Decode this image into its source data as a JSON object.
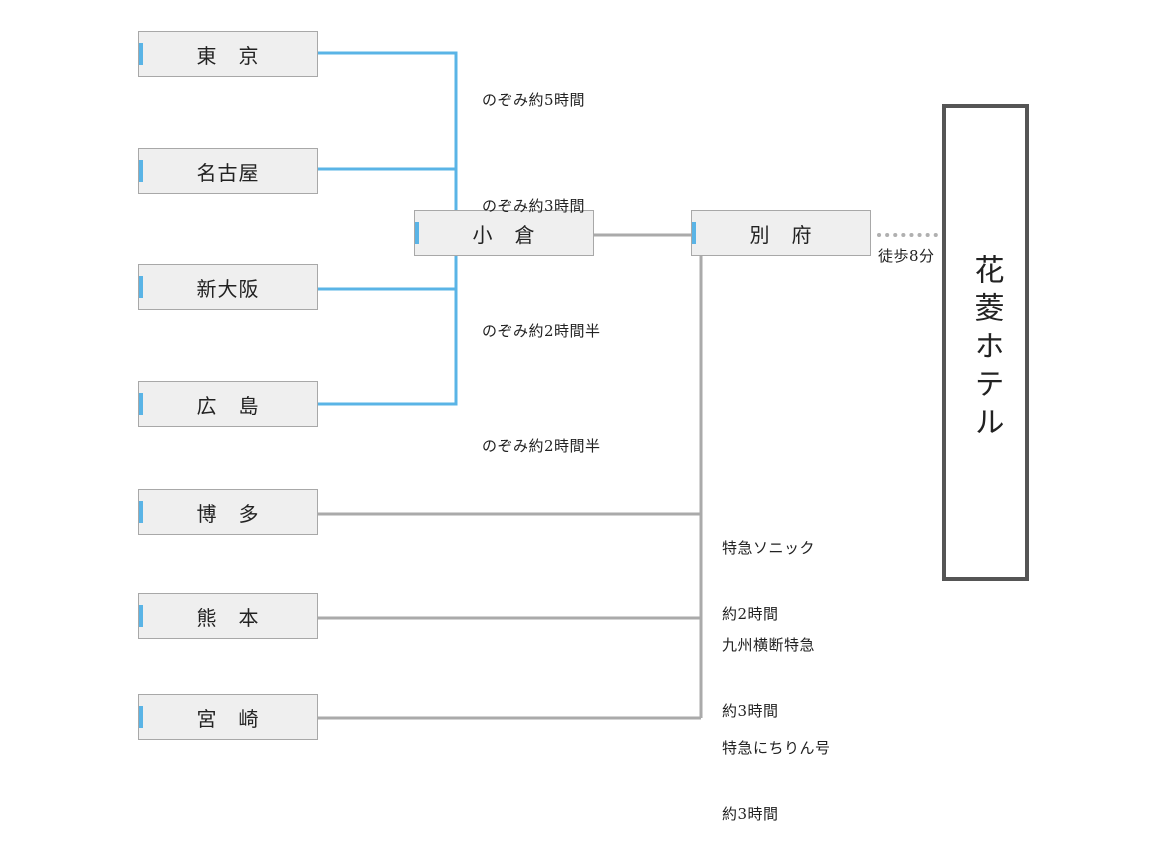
{
  "colors": {
    "shinkansen_line": "#5ab4e6",
    "limited_express_line": "#aaaaaa",
    "walk_line": "#b0b0b0",
    "box_bg": "#efefef",
    "hotel_border": "#555555"
  },
  "stations": {
    "tokyo": "東　京",
    "nagoya": "名古屋",
    "shin_osaka": "新大阪",
    "hiroshima": "広　島",
    "hakata": "博　多",
    "kumamoto": "熊　本",
    "miyazaki": "宮　崎",
    "kokura": "小　倉",
    "beppu": "別　府"
  },
  "routes": {
    "tokyo": [
      "のぞみ約5時間"
    ],
    "nagoya": [
      "のぞみ約3時間"
    ],
    "shin_osaka": [
      "のぞみ約2時間半"
    ],
    "hiroshima": [
      "のぞみ約2時間半"
    ],
    "hakata": [
      "特急ソニック",
      "約2時間"
    ],
    "kumamoto": [
      "九州横断特急",
      "約3時間"
    ],
    "miyazaki": [
      "特急にちりん号",
      "約3時間"
    ]
  },
  "walk": "徒歩8分",
  "hotel": "花菱ホテル"
}
